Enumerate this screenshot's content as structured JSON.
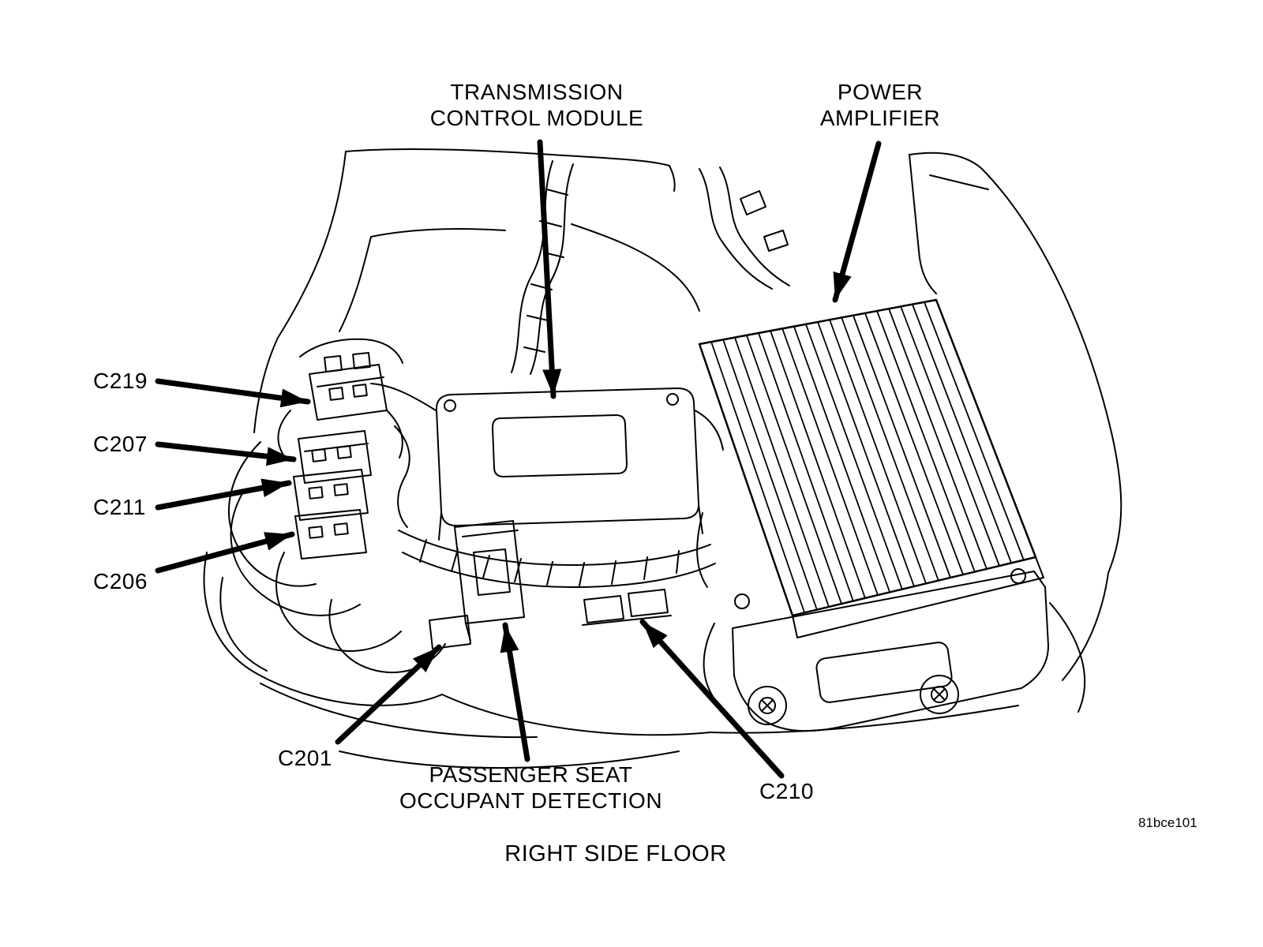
{
  "figure": {
    "code": "81bce101",
    "caption": "RIGHT SIDE FLOOR"
  },
  "callouts": {
    "transmission_control_module": {
      "line1": "TRANSMISSION",
      "line2": "CONTROL MODULE"
    },
    "power_amplifier": {
      "line1": "POWER",
      "line2": "AMPLIFIER"
    },
    "passenger_seat_occupant_detection": {
      "line1": "PASSENGER SEAT",
      "line2": "OCCUPANT DETECTION"
    },
    "connectors": {
      "c219": "C219",
      "c207": "C207",
      "c211": "C211",
      "c206": "C206",
      "c201": "C201",
      "c210": "C210"
    }
  },
  "colors": {
    "line": "#000000",
    "background": "#ffffff"
  }
}
